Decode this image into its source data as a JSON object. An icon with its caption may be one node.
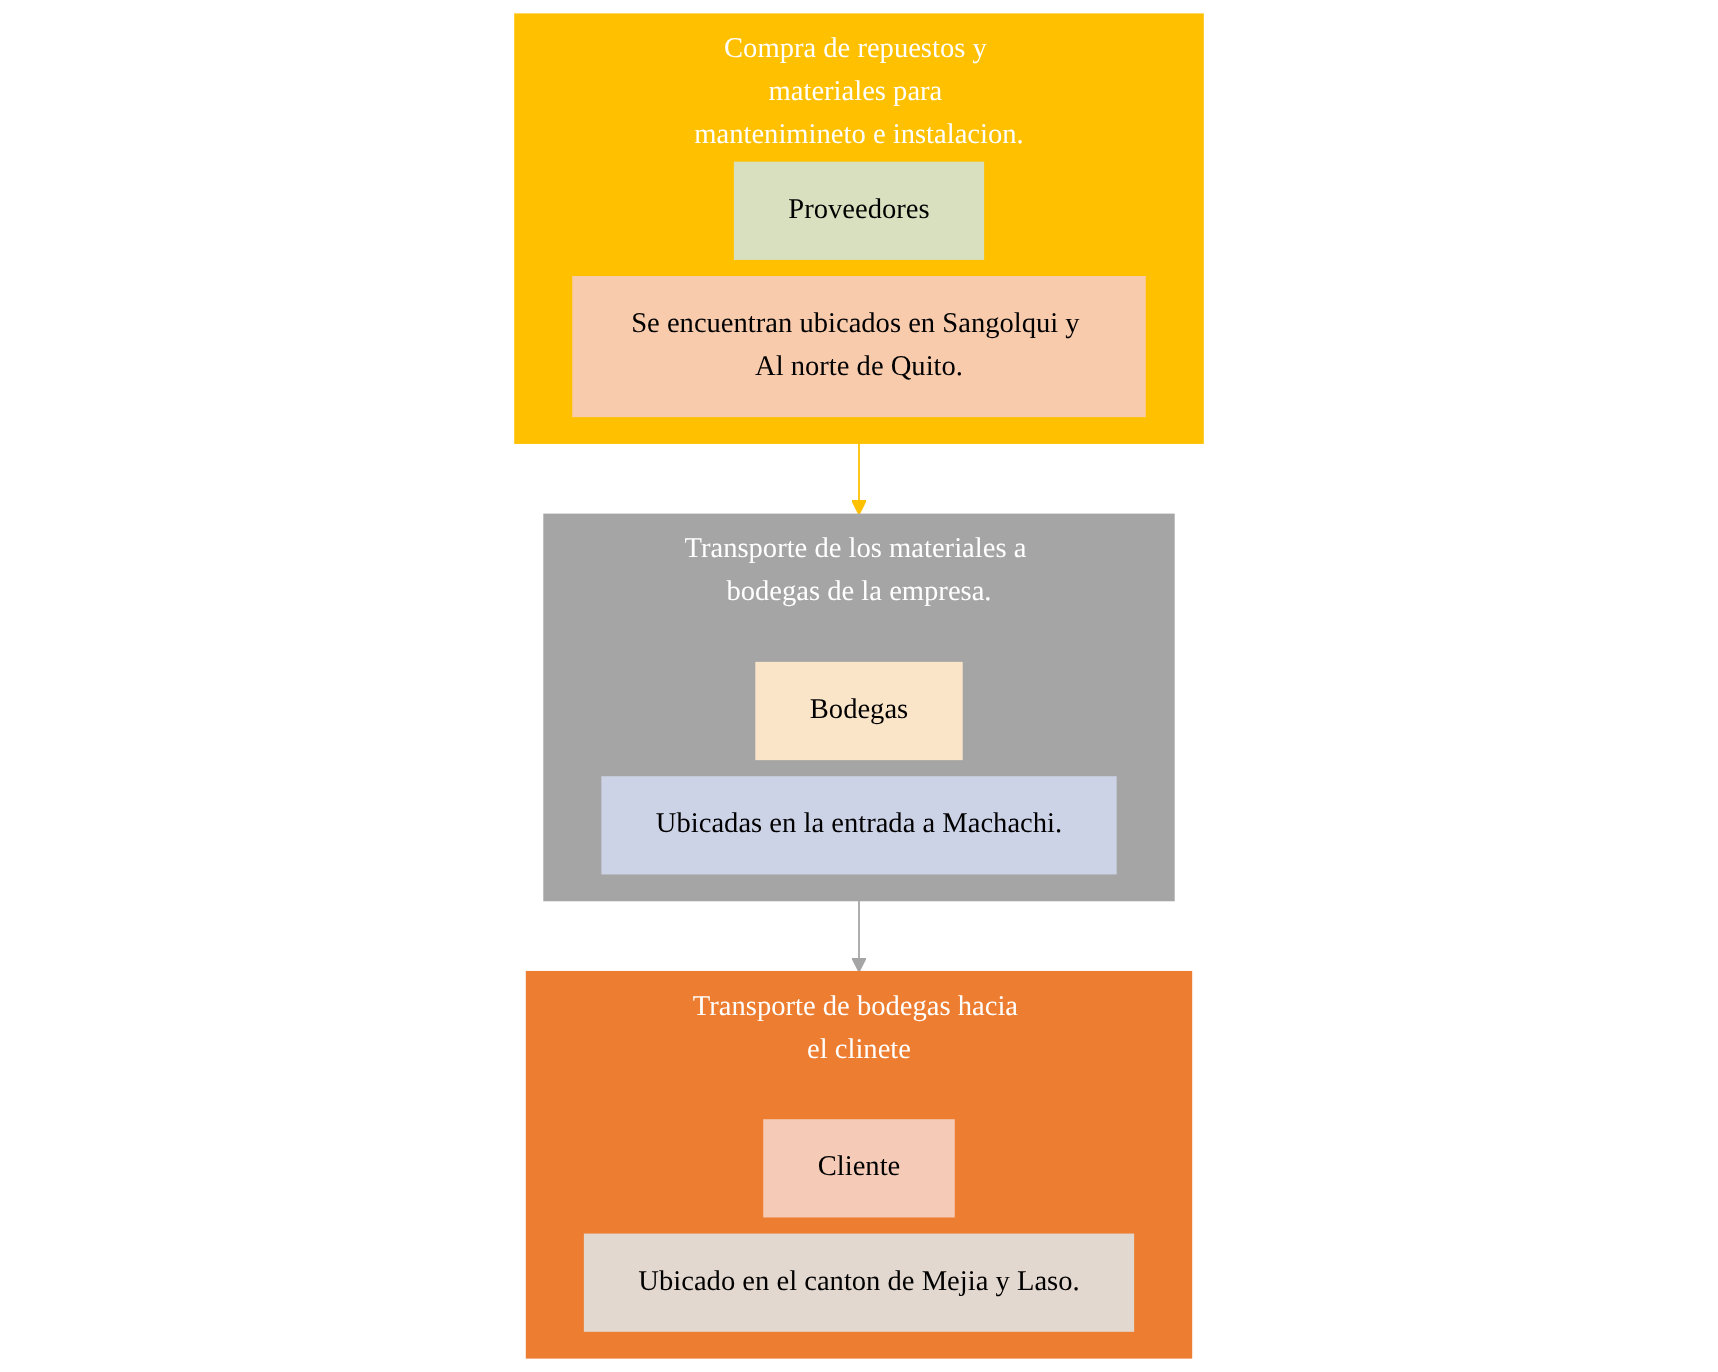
{
  "diagram": {
    "nodes": [
      {
        "text": [
          "Compra de repuestos y materiales para mantenimineto e instalacion."
        ]
      },
      {
        "text": [
          "Proveedores"
        ],
        "in": 0
      },
      {
        "text": [
          "Se encuentran ubicados en Sangolqui y Al norte de Quito."
        ],
        "in": 0
      },
      {
        "text": [
          "Transporte de los materiales a bodegas de la empresa."
        ]
      },
      {
        "text": [
          "Bodegas"
        ],
        "in": 3
      },
      {
        "text": [
          "Ubicadas en la entrada a Machachi."
        ],
        "in": 3
      },
      {
        "text": [
          "Transporte de bodegas hacia el clinete"
        ]
      },
      {
        "text": [
          "Cliente"
        ],
        "in": 6
      },
      {
        "text": [
          "Ubicado en el canton de Mejia y Laso."
        ],
        "in": 6
      }
    ],
    "edges": [
      {
        "from": 0,
        "to": 3,
        "arrow": "to",
        "color": "#ffc000"
      },
      {
        "from": 3,
        "to": 6,
        "arrow": "to",
        "color": "#a5a5a5"
      }
    ]
  }
}
